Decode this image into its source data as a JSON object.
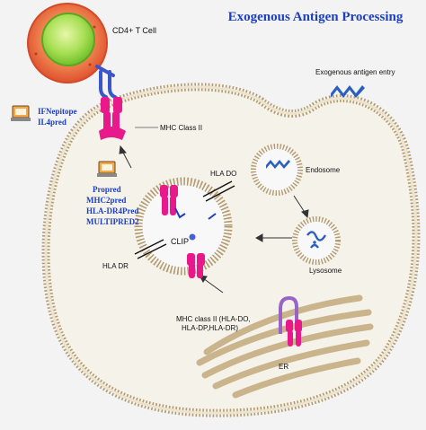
{
  "title": "Exogenous Antigen Processing",
  "labels": {
    "cd4_t_cell": "CD4+ T Cell",
    "exogenous_entry": "Exogenous antigen entry",
    "mhc_class_ii": "MHC Class II",
    "hla_do": "HLA DO",
    "hla_dr": "HLA DR",
    "clip": "CLIP",
    "endosome": "Endosome",
    "lysosome": "Lysosome",
    "er": "ER",
    "mhc_er_line1": "MHC class II (HLA-DO,",
    "mhc_er_line2": "HLA-DP,HLA-DR)"
  },
  "tools_top": [
    "IFNepitope",
    "IL4pred"
  ],
  "tools_mid": [
    "Propred",
    "MHC2pred",
    "HLA-DR4Pred",
    "MULTIPRED2"
  ],
  "colors": {
    "title": "#1d3fbf",
    "tool_text": "#1d3fbf",
    "membrane": "#c9b48c",
    "membrane_dark": "#8a6f45",
    "mhc": "#e8198b",
    "tcell_outer": "#e8623a",
    "tcell_inner": "#8fd23d",
    "receptor": "#3a57c9",
    "antigen": "#2a5fc0"
  }
}
